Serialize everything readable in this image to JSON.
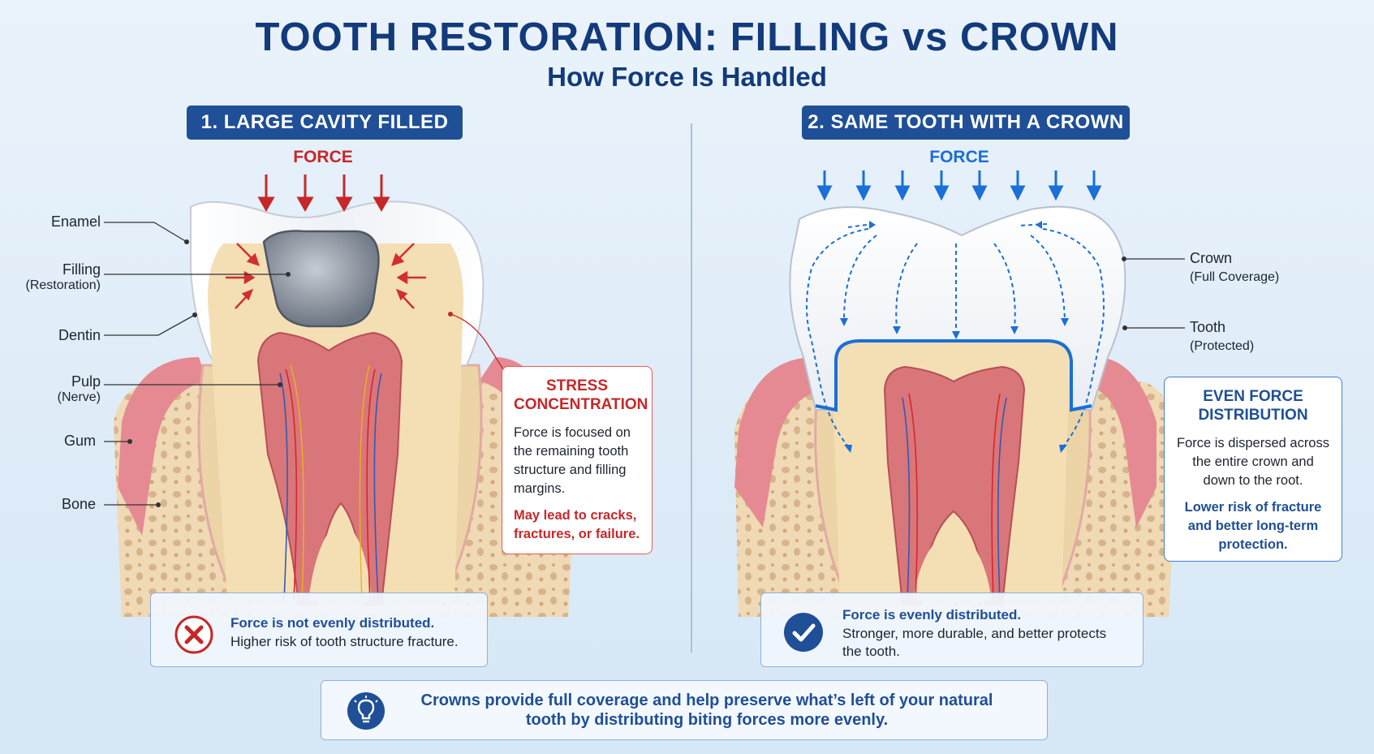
{
  "title": "TOOTH RESTORATION: FILLING vs CROWN",
  "subtitle": "How Force Is Handled",
  "left_panel": {
    "header": "1. LARGE CAVITY FILLED",
    "force_label": "FORCE",
    "labels": {
      "enamel": "Enamel",
      "filling": "Filling",
      "filling_sub": "(Restoration)",
      "dentin": "Dentin",
      "pulp": "Pulp",
      "pulp_sub": "(Nerve)",
      "gum": "Gum",
      "bone": "Bone"
    },
    "callout": {
      "title": "STRESS CONCENTRATION",
      "body": "Force is focused on the remaining tooth structure and filling margins.",
      "warning": "May lead to cracks, fractures, or failure."
    },
    "status": {
      "icon": "x-icon",
      "line1": "Force is not evenly distributed.",
      "line2": "Higher risk of tooth structure fracture."
    }
  },
  "right_panel": {
    "header": "2. SAME TOOTH WITH A CROWN",
    "force_label": "FORCE",
    "labels": {
      "crown": "Crown",
      "crown_sub": "(Full Coverage)",
      "tooth": "Tooth",
      "tooth_sub": "(Protected)"
    },
    "callout": {
      "title": "EVEN FORCE DISTRIBUTION",
      "body": "Force is dispersed across the entire crown and down to the root.",
      "benefit": "Lower risk of fracture and better long-term protection."
    },
    "status": {
      "icon": "checkmark-icon",
      "line1": "Force is evenly distributed.",
      "line2": "Stronger, more durable, and better protects the tooth."
    }
  },
  "footer_tip": {
    "icon": "lightbulb-icon",
    "text": "Crowns provide full coverage and help preserve what’s left of your natural tooth by distributing biting forces more evenly."
  },
  "colors": {
    "navy": "#123a7c",
    "header_blue": "#1f4f96",
    "force_red": "#c62828",
    "force_blue": "#1a6fd8",
    "enamel": "#f7f9fc",
    "dentin": "#f4dfb5",
    "pulp": "#d9767a",
    "gum": "#e58a92",
    "bone": "#f1d8b1"
  }
}
